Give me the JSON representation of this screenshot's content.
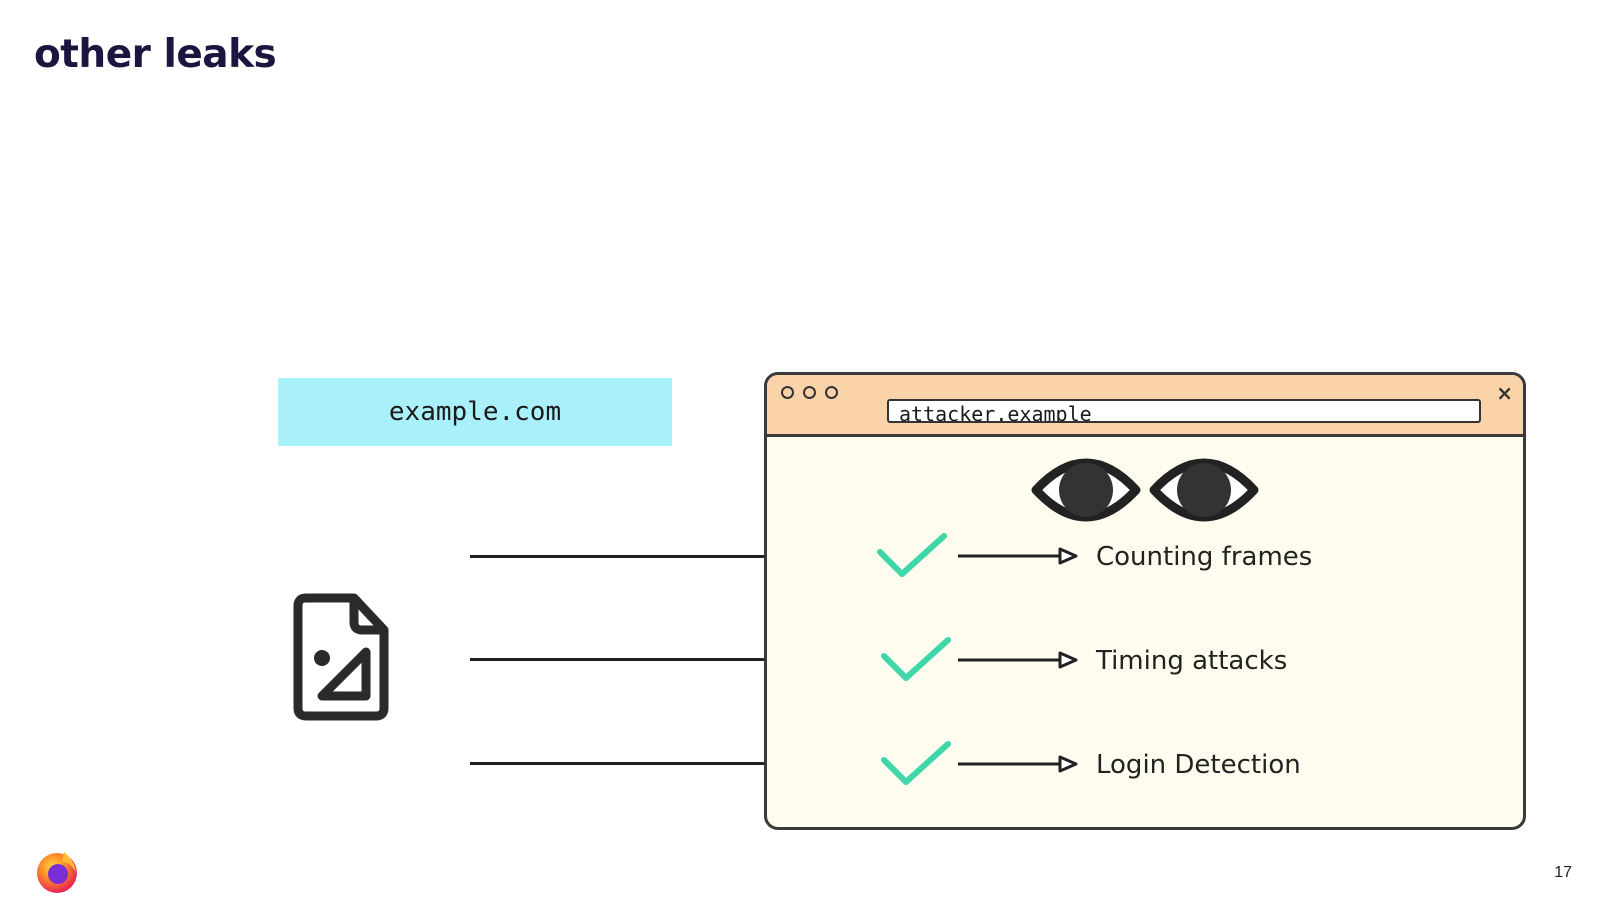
{
  "slide": {
    "title": "other leaks",
    "page_number": "17"
  },
  "diagram": {
    "site_label": "example.com",
    "browser": {
      "url": "attacker.example",
      "close_glyph": "×",
      "header_color": "#fbd3a9",
      "body_color": "#fefcee"
    },
    "leaks": [
      {
        "label": "Counting frames"
      },
      {
        "label": "Timing attacks"
      },
      {
        "label": "Login Detection"
      }
    ],
    "colors": {
      "site_box": "#aaf0fb",
      "check": "#3fd6a9",
      "title": "#1d1440"
    },
    "icons": [
      "image-file-icon",
      "eyes-icon",
      "checkmark-icon",
      "arrow-icon",
      "firefox-logo"
    ]
  }
}
